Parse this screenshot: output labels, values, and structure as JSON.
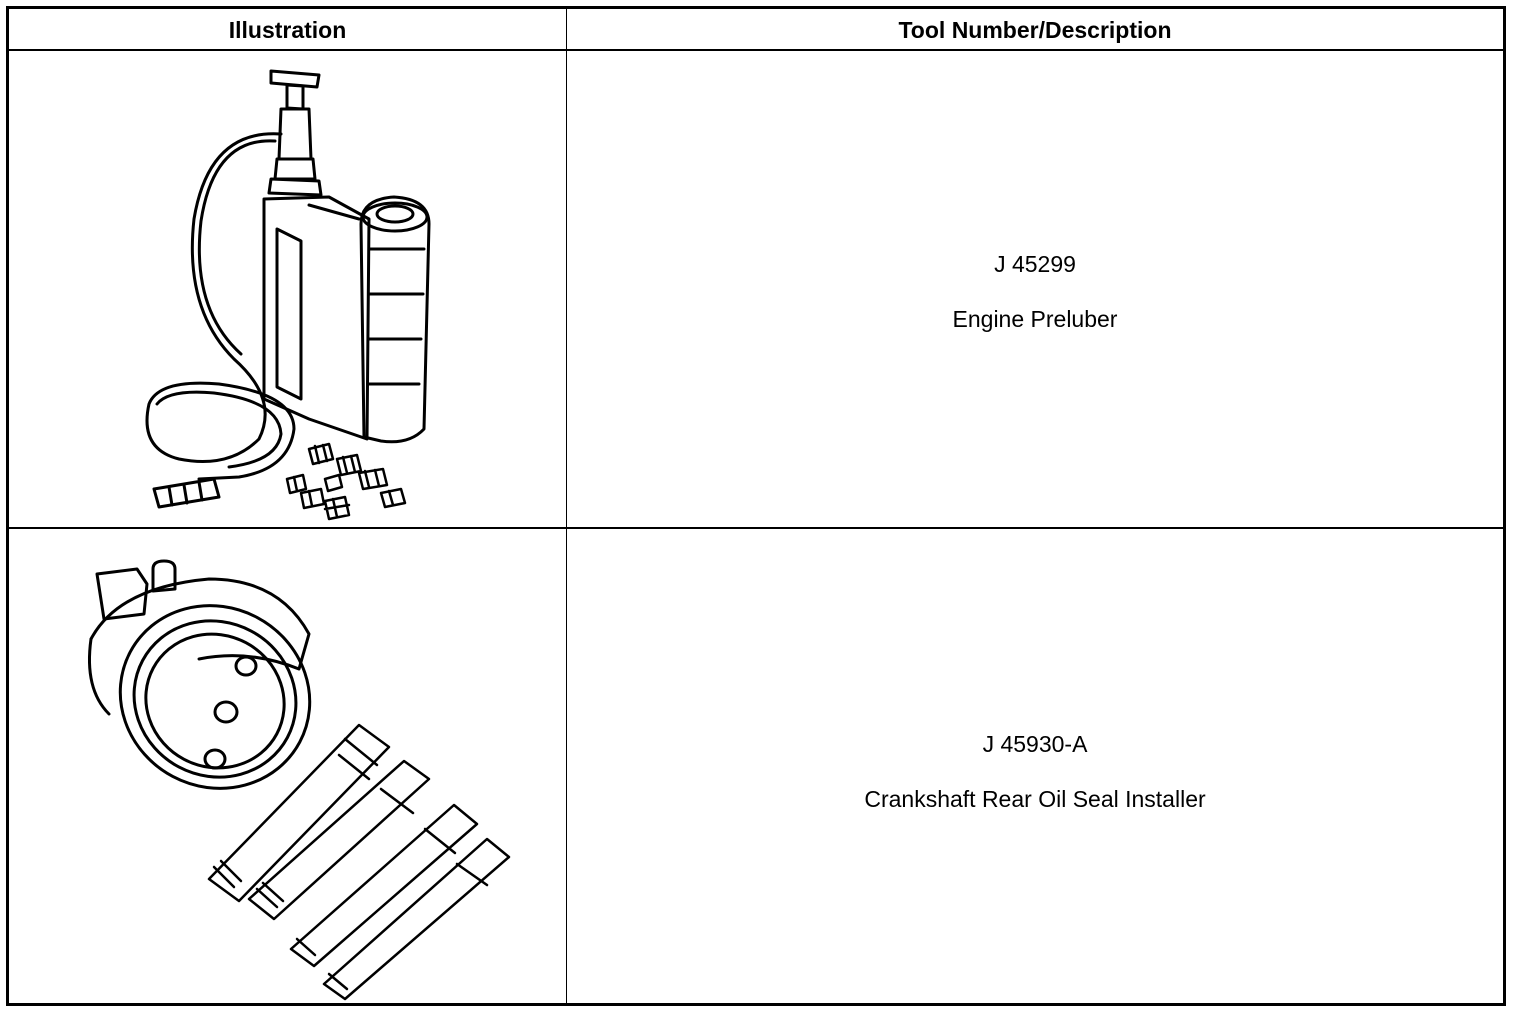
{
  "table": {
    "headers": {
      "illustration": "Illustration",
      "description": "Tool Number/Description"
    },
    "rows": [
      {
        "tool_number": "J 45299",
        "description": "Engine Preluber",
        "illustration": "engine-preluber-drawing"
      },
      {
        "tool_number": "J 45930-A",
        "description": "Crankshaft Rear Oil Seal Installer",
        "illustration": "oil-seal-installer-drawing"
      }
    ]
  }
}
